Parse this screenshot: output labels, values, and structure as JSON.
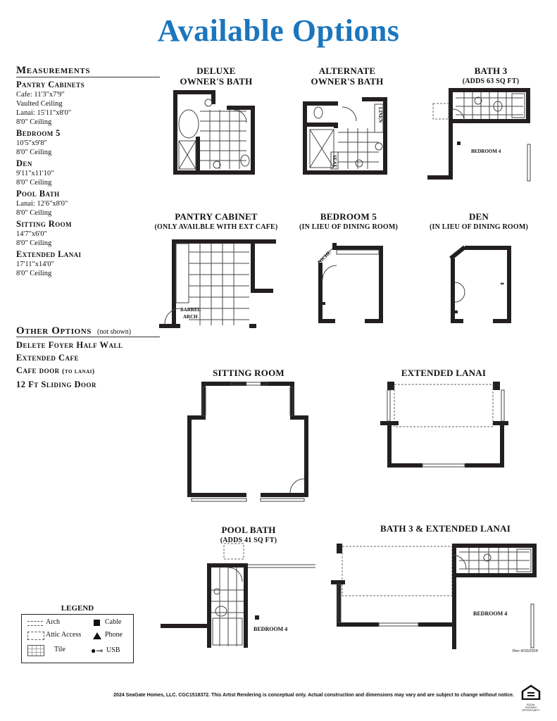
{
  "title": "Available Options",
  "measurements": {
    "heading": "Measurements",
    "items": [
      {
        "name": "Pantry Cabinets",
        "lines": [
          "Cafe: 11'3\"x7'9\"",
          "Vaulted Ceiling",
          "Lanai: 15'11\"x8'0\"",
          "8'0\" Ceiling"
        ]
      },
      {
        "name": "Bedroom 5",
        "lines": [
          "10'5\"x9'8\"",
          "8'0\" Ceiling"
        ]
      },
      {
        "name": "Den",
        "lines": [
          "9'11\"x11'10\"",
          "8'0\" Ceiling"
        ]
      },
      {
        "name": "Pool Bath",
        "lines": [
          "Lanai: 12'6\"x8'0\"",
          "8'0\" Ceiling"
        ]
      },
      {
        "name": "Sitting Room",
        "lines": [
          "14'7\"x6'0\"",
          "8'0\" Ceiling"
        ]
      },
      {
        "name": "Extended Lanai",
        "lines": [
          "17'11\"x14'0\"",
          "8'0\" Ceiling"
        ]
      }
    ]
  },
  "other_options": {
    "heading": "Other Options",
    "note": "(not shown)",
    "items": [
      "Delete Foyer Half Wall",
      "Extended Cafe",
      "Cafe door",
      "12 Ft Sliding Door"
    ],
    "cafe_note": "(to lanai)"
  },
  "plans": {
    "deluxe": {
      "title": "DELUXE",
      "title2": "OWNER'S BATH"
    },
    "alternate": {
      "title": "ALTERNATE",
      "title2": "OWNER'S BATH",
      "linen": "LINEN",
      "seat": "SEAT"
    },
    "bath3": {
      "title": "BATH 3",
      "sub": "(ADDS 63 SQ FT)",
      "room": "BEDROOM 4"
    },
    "pantry": {
      "title": "PANTRY CABINET",
      "sub": "(ONLY AVAILBLE WITH EXT CAFE)",
      "barrel": "BARREL",
      "arch": "ARCH"
    },
    "bedroom5": {
      "title": "BEDROOM 5",
      "sub": "(IN LIEU OF DINING ROOM)",
      "niche": "NICHE"
    },
    "den": {
      "title": "DEN",
      "sub": "(IN LIEU OF DINING ROOM)"
    },
    "sitting": {
      "title": "SITTING ROOM"
    },
    "extlanai": {
      "title": "EXTENDED LANAI"
    },
    "poolbath": {
      "title": "POOL BATH",
      "sub": "(ADDS 41 SQ FT)",
      "room": "BEDROOM 4"
    },
    "bath3ext": {
      "title": "BATH 3 & EXTENDED LANAI",
      "room": "BEDROOM 4"
    }
  },
  "legend": {
    "title": "LEGEND",
    "arch": "Arch",
    "attic": "Attic Access",
    "tile": "Tile",
    "cable": "Cable",
    "phone": "Phone",
    "usb": "USB"
  },
  "revision": "Rev 4/15/2024",
  "footer": "2024 SeaGate Homes, LLC. CGC1518372.  This Artist Rendering is conceptual only. Actual construction and dimensions may vary and are subject to change without notice.",
  "eho_text": "EQUAL HOUSING OPPORTUNITY",
  "colors": {
    "title": "#1b76bd",
    "wall": "#231f20"
  }
}
